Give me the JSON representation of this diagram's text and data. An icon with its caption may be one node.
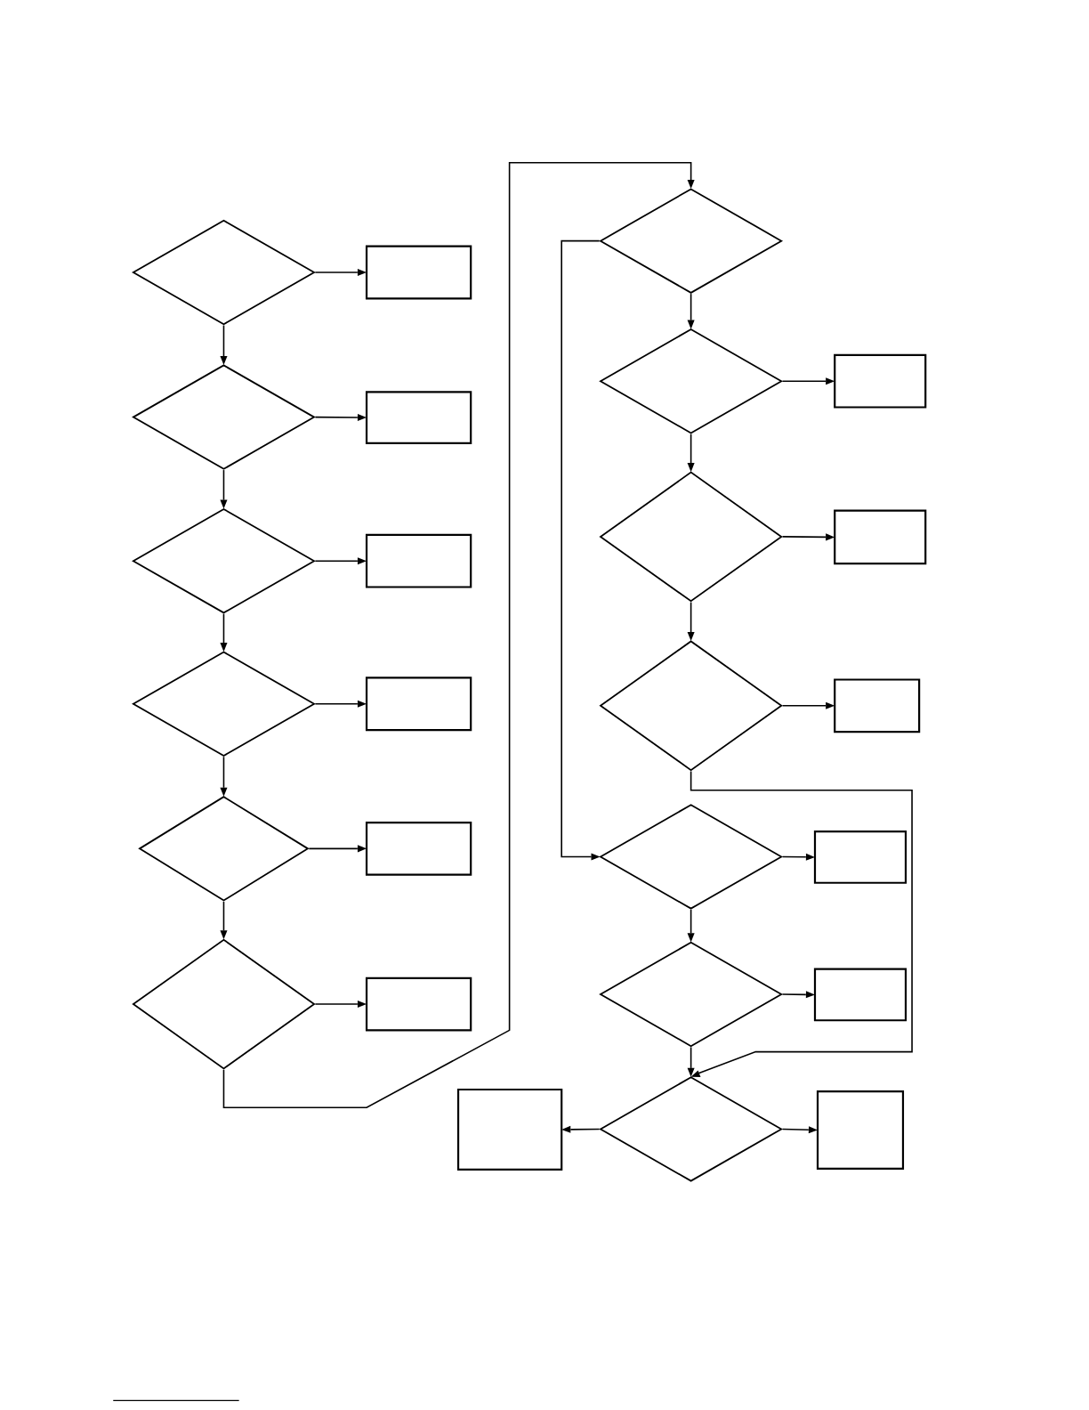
{
  "diagram": {
    "nodes": [
      {
        "text": [],
        "shape": "diamond"
      },
      {
        "text": [],
        "shape": "box"
      },
      {
        "text": [],
        "shape": "diamond"
      },
      {
        "text": [],
        "shape": "box"
      },
      {
        "text": [],
        "shape": "diamond"
      },
      {
        "text": [],
        "shape": "box"
      },
      {
        "text": [],
        "shape": "diamond"
      },
      {
        "text": [],
        "shape": "box"
      },
      {
        "text": [],
        "shape": "diamond"
      },
      {
        "text": [],
        "shape": "box"
      },
      {
        "text": [],
        "shape": "diamond"
      },
      {
        "text": [],
        "shape": "box"
      },
      {
        "text": [],
        "shape": "diamond"
      },
      {
        "text": [],
        "shape": "diamond"
      },
      {
        "text": [],
        "shape": "box"
      },
      {
        "text": [],
        "shape": "diamond"
      },
      {
        "text": [],
        "shape": "box"
      },
      {
        "text": [],
        "shape": "diamond"
      },
      {
        "text": [],
        "shape": "box"
      },
      {
        "text": [],
        "shape": "diamond"
      },
      {
        "text": [],
        "shape": "box"
      },
      {
        "text": [],
        "shape": "diamond"
      },
      {
        "text": [],
        "shape": "box"
      },
      {
        "text": [],
        "shape": "diamond"
      },
      {
        "text": [],
        "shape": "box"
      },
      {
        "text": [],
        "shape": "box"
      }
    ],
    "edges": [
      {
        "from": 0,
        "to": 1,
        "arrow": "to"
      },
      {
        "from": 0,
        "to": 2,
        "arrow": "to"
      },
      {
        "from": 2,
        "to": 3,
        "arrow": "to"
      },
      {
        "from": 2,
        "to": 4,
        "arrow": "to"
      },
      {
        "from": 4,
        "to": 5,
        "arrow": "to"
      },
      {
        "from": 4,
        "to": 6,
        "arrow": "to"
      },
      {
        "from": 6,
        "to": 7,
        "arrow": "to"
      },
      {
        "from": 6,
        "to": 8,
        "arrow": "to"
      },
      {
        "from": 8,
        "to": 9,
        "arrow": "to"
      },
      {
        "from": 8,
        "to": 10,
        "arrow": "to"
      },
      {
        "from": 10,
        "to": 11,
        "arrow": "to"
      },
      {
        "from": 10,
        "to": 12,
        "arrow": "to"
      },
      {
        "from": 12,
        "to": 13,
        "arrow": "to"
      },
      {
        "from": 12,
        "to": 19,
        "arrow": "to"
      },
      {
        "from": 13,
        "to": 14,
        "arrow": "to"
      },
      {
        "from": 13,
        "to": 15,
        "arrow": "to"
      },
      {
        "from": 15,
        "to": 16,
        "arrow": "to"
      },
      {
        "from": 15,
        "to": 17,
        "arrow": "to"
      },
      {
        "from": 17,
        "to": 18,
        "arrow": "to"
      },
      {
        "from": 17,
        "to": 23,
        "arrow": "to"
      },
      {
        "from": 19,
        "to": 20,
        "arrow": "to"
      },
      {
        "from": 19,
        "to": 21,
        "arrow": "to"
      },
      {
        "from": 21,
        "to": 22,
        "arrow": "to"
      },
      {
        "from": 21,
        "to": 23,
        "arrow": "to"
      },
      {
        "from": 23,
        "to": 24,
        "arrow": "to"
      },
      {
        "from": 23,
        "to": 25,
        "arrow": "to"
      }
    ]
  }
}
